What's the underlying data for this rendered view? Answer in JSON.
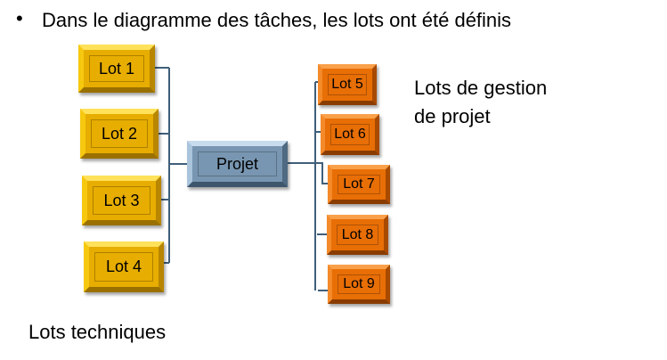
{
  "bullet": "•",
  "title": "Dans le diagramme des tâches, les lots ont été définis",
  "root": "Projet",
  "technical_lots": [
    "Lot 1",
    "Lot 2",
    "Lot 3",
    "Lot 4"
  ],
  "management_lots": [
    "Lot 5",
    "Lot 6",
    "Lot 7",
    "Lot 8",
    "Lot 9"
  ],
  "label_management_1": "Lots de gestion",
  "label_management_2": "de projet",
  "label_technical": "Lots techniques",
  "colors": {
    "technical": "#e7ad00",
    "management": "#e86e06",
    "root": "#7896b1",
    "connector": "#3f5f7a"
  }
}
